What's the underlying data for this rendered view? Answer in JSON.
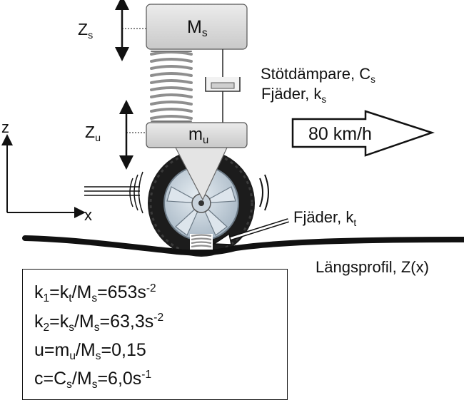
{
  "masses": {
    "sprung": {
      "sym": "M",
      "sub": "s"
    },
    "unsprung": {
      "sym": "m",
      "sub": "u"
    }
  },
  "displacements": {
    "sprung": {
      "sym": "Z",
      "sub": "s"
    },
    "unsprung": {
      "sym": "Z",
      "sub": "u"
    }
  },
  "axes": {
    "vertical": "z",
    "horizontal": "x"
  },
  "labels": {
    "damper": {
      "text": "Stötdämpare, C",
      "sub": "s"
    },
    "spring": {
      "text": "Fjäder, k",
      "sub": "s"
    },
    "tire_spring": {
      "text": "Fjäder, k",
      "sub": "t"
    },
    "profile": "Längsprofil, Z(x)",
    "speed": "80 km/h"
  },
  "parameters": [
    {
      "a": "k",
      "a_sub": "1",
      "b": "=k",
      "b_sub": "t",
      "c": "/M",
      "c_sub": "s",
      "d": "=653s",
      "sup": "-2"
    },
    {
      "a": "k",
      "a_sub": "2",
      "b": "=k",
      "b_sub": "s",
      "c": "/M",
      "c_sub": "s",
      "d": "=63,3s",
      "sup": "-2"
    },
    {
      "a": "u=m",
      "a_sub": "u",
      "b": "/M",
      "b_sub": "s",
      "c": "=0,15",
      "c_sub": "",
      "d": "",
      "sup": ""
    },
    {
      "a": "c=C",
      "a_sub": "s",
      "b": "/M",
      "b_sub": "s",
      "c": "=6,0s",
      "c_sub": "",
      "d": "",
      "sup": "-1"
    }
  ],
  "colors": {
    "mass_fill": "#dcdcdc",
    "spring": "#9a9a9a",
    "rim": "#bcc9d4",
    "tire": "#1a1a1a",
    "road": "#111111"
  }
}
